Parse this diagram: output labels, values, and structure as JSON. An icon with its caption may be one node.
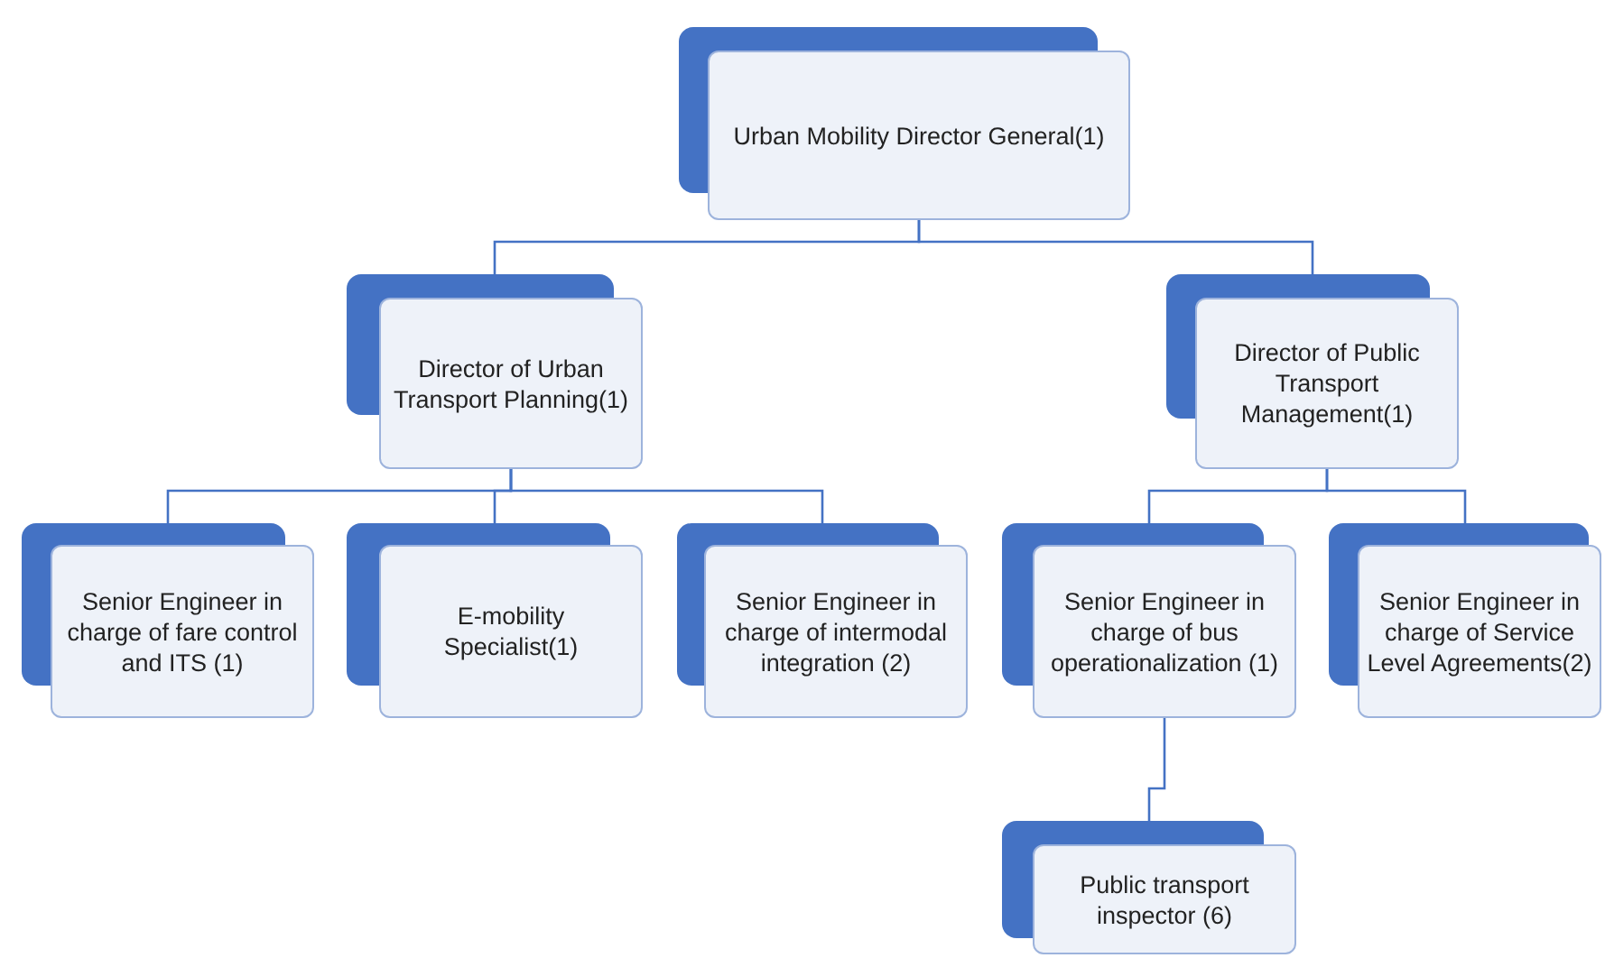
{
  "diagram": {
    "nodes": [
      {
        "text": [
          "Urban Mobility Director General(1)"
        ]
      },
      {
        "text": [
          "Director of Urban Transport Planning(1)"
        ]
      },
      {
        "text": [
          "Director of Public Transport Management(1)"
        ]
      },
      {
        "text": [
          "Senior Engineer in charge of fare control and ITS (1)"
        ]
      },
      {
        "text": [
          "E-mobility Specialist(1)"
        ]
      },
      {
        "text": [
          "Senior Engineer in charge of intermodal integration (2)"
        ]
      },
      {
        "text": [
          "Senior Engineer in charge of bus operationalization (1)"
        ]
      },
      {
        "text": [
          "Senior Engineer in charge of Service Level Agreements(2)"
        ]
      },
      {
        "text": [
          "Public transport inspector (6)"
        ]
      }
    ],
    "edges": [
      {
        "from": 0,
        "to": 1,
        "arrow": "none"
      },
      {
        "from": 0,
        "to": 2,
        "arrow": "none"
      },
      {
        "from": 1,
        "to": 3,
        "arrow": "none"
      },
      {
        "from": 1,
        "to": 4,
        "arrow": "none"
      },
      {
        "from": 1,
        "to": 5,
        "arrow": "none"
      },
      {
        "from": 2,
        "to": 6,
        "arrow": "none"
      },
      {
        "from": 2,
        "to": 7,
        "arrow": "none"
      },
      {
        "from": 6,
        "to": 8,
        "arrow": "none"
      }
    ]
  }
}
